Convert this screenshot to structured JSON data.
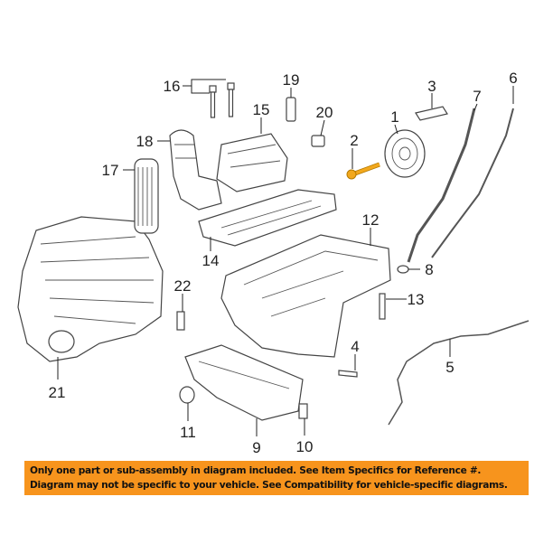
{
  "diagram": {
    "highlighted_part": "2",
    "highlight_color": "#f2a81d",
    "callouts": {
      "c1": "1",
      "c2": "2",
      "c3": "3",
      "c4": "4",
      "c5": "5",
      "c6": "6",
      "c7": "7",
      "c8": "8",
      "c9": "9",
      "c10": "10",
      "c11": "11",
      "c12": "12",
      "c13": "13",
      "c14": "14",
      "c15": "15",
      "c16": "16",
      "c17": "17",
      "c18": "18",
      "c19": "19",
      "c20": "20",
      "c21": "21",
      "c22": "22"
    }
  },
  "banner": {
    "color": "#f7941d",
    "line1": "Only one part or sub-assembly in diagram included. See Item Specifics for Reference #.",
    "line2": "Diagram may not be specific to your vehicle. See Compatibility for vehicle-specific diagrams."
  }
}
